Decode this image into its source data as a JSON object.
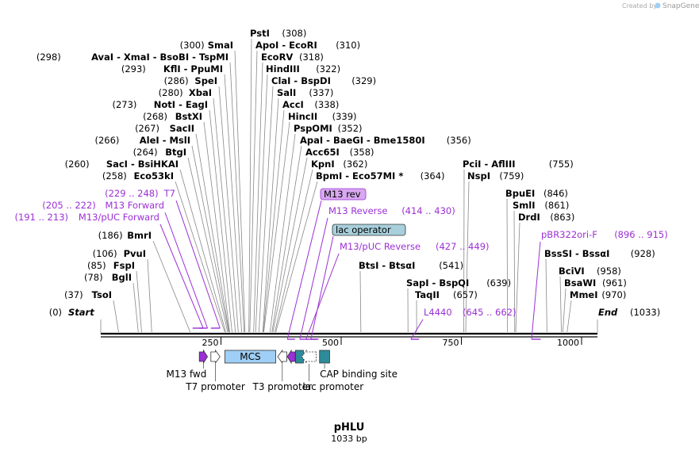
{
  "credit": {
    "prefix": "Created by",
    "brand": "SnapGene"
  },
  "plasmid": {
    "name": "pHLU",
    "length_label": "1033 bp",
    "length": 1033
  },
  "ruler": {
    "ticks": [
      250,
      500,
      750,
      1000
    ]
  },
  "enzymes": [
    {
      "name": "PstI",
      "pos": 308,
      "ptext": "(308)",
      "side": "right"
    },
    {
      "name": "SmaI",
      "pos": 300,
      "ptext": "(300)",
      "side": "left"
    },
    {
      "name": "ApoI - EcoRI",
      "pos": 310,
      "ptext": "(310)",
      "side": "right"
    },
    {
      "name": "AvaI - XmaI - BsoBI - TspMI",
      "pos": 298,
      "ptext": "(298)",
      "side": "left"
    },
    {
      "name": "EcoRV",
      "pos": 318,
      "ptext": "(318)",
      "side": "right"
    },
    {
      "name": "KflI - PpuMI",
      "pos": 293,
      "ptext": "(293)",
      "side": "left"
    },
    {
      "name": "HindIII",
      "pos": 322,
      "ptext": "(322)",
      "side": "right"
    },
    {
      "name": "SpeI",
      "pos": 286,
      "ptext": "(286)",
      "side": "left"
    },
    {
      "name": "ClaI - BspDI",
      "pos": 329,
      "ptext": "(329)",
      "side": "right"
    },
    {
      "name": "XbaI",
      "pos": 280,
      "ptext": "(280)",
      "side": "left"
    },
    {
      "name": "SalI",
      "pos": 337,
      "ptext": "(337)",
      "side": "right"
    },
    {
      "name": "NotI - EagI",
      "pos": 273,
      "ptext": "(273)",
      "side": "left"
    },
    {
      "name": "AccI",
      "pos": 338,
      "ptext": "(338)",
      "side": "right"
    },
    {
      "name": "BstXI",
      "pos": 268,
      "ptext": "(268)",
      "side": "left"
    },
    {
      "name": "HincII",
      "pos": 339,
      "ptext": "(339)",
      "side": "right"
    },
    {
      "name": "SacII",
      "pos": 267,
      "ptext": "(267)",
      "side": "left"
    },
    {
      "name": "PspOMI",
      "pos": 352,
      "ptext": "(352)",
      "side": "right"
    },
    {
      "name": "AleI - MslI",
      "pos": 266,
      "ptext": "(266)",
      "side": "left"
    },
    {
      "name": "ApaI - BaeGI - Bme1580I",
      "pos": 356,
      "ptext": "(356)",
      "side": "right"
    },
    {
      "name": "BtgI",
      "pos": 264,
      "ptext": "(264)",
      "side": "left"
    },
    {
      "name": "Acc65I",
      "pos": 358,
      "ptext": "(358)",
      "side": "right"
    },
    {
      "name": "SacI - BsiHKAI",
      "pos": 260,
      "ptext": "(260)",
      "side": "left"
    },
    {
      "name": "KpnI",
      "pos": 362,
      "ptext": "(362)",
      "side": "right"
    },
    {
      "name": "Eco53kI",
      "pos": 258,
      "ptext": "(258)",
      "side": "left"
    },
    {
      "name": "BpmI - Eco57MI *",
      "pos": 364,
      "ptext": "(364)",
      "side": "right"
    },
    {
      "name": "PciI - AflIII",
      "pos": 755,
      "ptext": "(755)",
      "side": "right"
    },
    {
      "name": "NspI",
      "pos": 759,
      "ptext": "(759)",
      "side": "right"
    },
    {
      "name": "BpuEI",
      "pos": 846,
      "ptext": "(846)",
      "side": "right"
    },
    {
      "name": "SmlI",
      "pos": 861,
      "ptext": "(861)",
      "side": "right"
    },
    {
      "name": "DrdI",
      "pos": 863,
      "ptext": "(863)",
      "side": "right"
    },
    {
      "name": "BmrI",
      "pos": 186,
      "ptext": "(186)",
      "side": "left"
    },
    {
      "name": "PvuI",
      "pos": 106,
      "ptext": "(106)",
      "side": "left"
    },
    {
      "name": "FspI",
      "pos": 85,
      "ptext": "(85)",
      "side": "left"
    },
    {
      "name": "BglI",
      "pos": 78,
      "ptext": "(78)",
      "side": "left"
    },
    {
      "name": "TsoI",
      "pos": 37,
      "ptext": "(37)",
      "side": "left"
    },
    {
      "name": "BtsI - BtsαI",
      "pos": 541,
      "ptext": "(541)",
      "side": "right"
    },
    {
      "name": "SapI - BspQI",
      "pos": 639,
      "ptext": "(639)",
      "side": "right"
    },
    {
      "name": "TaqII",
      "pos": 657,
      "ptext": "(657)",
      "side": "right"
    },
    {
      "name": "BssSI - BssαI",
      "pos": 928,
      "ptext": "(928)",
      "side": "right"
    },
    {
      "name": "BciVI",
      "pos": 958,
      "ptext": "(958)",
      "side": "right"
    },
    {
      "name": "BsaWI",
      "pos": 961,
      "ptext": "(961)",
      "side": "right"
    },
    {
      "name": "MmeI",
      "pos": 970,
      "ptext": "(970)",
      "side": "right"
    }
  ],
  "ends": {
    "start": {
      "name": "Start",
      "ptext": "(0)"
    },
    "end": {
      "name": "End",
      "ptext": "(1033)"
    }
  },
  "primers": [
    {
      "name": "T7",
      "range": "(229 .. 248)",
      "start": 229,
      "end": 248,
      "side": "left"
    },
    {
      "name": "M13 Forward",
      "range": "(205 .. 222)",
      "start": 205,
      "end": 222,
      "side": "left"
    },
    {
      "name": "M13/pUC Forward",
      "range": "(191 .. 213)",
      "start": 191,
      "end": 213,
      "side": "left"
    },
    {
      "name": "M13 rev",
      "range": "",
      "start": 388,
      "end": 404,
      "side": "box"
    },
    {
      "name": "M13 Reverse",
      "range": "(414 .. 430)",
      "start": 414,
      "end": 430,
      "side": "right"
    },
    {
      "name": "lac operator",
      "range": "",
      "start": 437,
      "end": 453,
      "side": "box"
    },
    {
      "name": "M13/pUC Reverse",
      "range": "(427 .. 449)",
      "start": 427,
      "end": 449,
      "side": "right"
    },
    {
      "name": "L4440",
      "range": "(645 .. 662)",
      "start": 645,
      "end": 662,
      "side": "right"
    },
    {
      "name": "pBR322ori-F",
      "range": "(896 .. 915)",
      "start": 896,
      "end": 915,
      "side": "right"
    }
  ],
  "features": [
    {
      "name": "M13 fwd",
      "start": 205,
      "end": 222,
      "dir": "fwd",
      "color": "#9b30d4",
      "label_row": 1
    },
    {
      "name": "T7 promoter",
      "start": 229,
      "end": 248,
      "dir": "fwd",
      "color": "#ffffff",
      "label_row": 2
    },
    {
      "name": "MCS",
      "start": 258,
      "end": 364,
      "dir": "none",
      "color": "#9fcff6",
      "label_row": 0
    },
    {
      "name": "T3 promoter",
      "start": 368,
      "end": 387,
      "dir": "rev",
      "color": "#ffffff",
      "label_row": 2
    },
    {
      "name": "",
      "start": 388,
      "end": 404,
      "dir": "rev",
      "color": "#9b30d4",
      "label_row": 0
    },
    {
      "name": "",
      "start": 405,
      "end": 414,
      "dir": "none",
      "color": "#2e8b9a",
      "label_row": 0
    },
    {
      "name": "lac promoter",
      "start": 418,
      "end": 448,
      "dir": "rev",
      "color": "#ffffff",
      "label_row": 2
    },
    {
      "name": "CAP binding site",
      "start": 455,
      "end": 476,
      "dir": "none",
      "color": "#2e8b9a",
      "label_row": 1
    }
  ],
  "colors": {
    "primer": "#9b30d4",
    "m13rev_fill": "#d8a8f0",
    "lacop_fill": "#a8d0dc",
    "backbone": "#000000",
    "leader": "#888888"
  }
}
